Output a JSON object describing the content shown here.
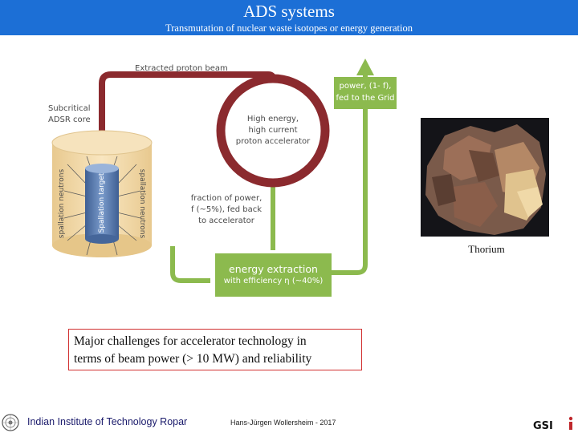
{
  "slide": {
    "title": "ADS systems",
    "subtitle": "Transmutation of nuclear waste isotopes or energy generation"
  },
  "diagram": {
    "extracted_beam": "Extracted proton beam",
    "subcritical_line1": "Subcritical",
    "subcritical_line2": "ADSR core",
    "accel_line1": "High energy,",
    "accel_line2": "high current",
    "accel_line3": "proton accelerator",
    "power_line1": "power, (1- f),",
    "power_line2": "fed to the Grid",
    "fraction_line1": "fraction of power,",
    "fraction_line2": "f (~5%), fed back",
    "fraction_line3": "to accelerator",
    "spallation_left": "spallation neutrons",
    "spallation_right": "spallation neutrons",
    "target_label": "Spallation target",
    "energy_line1": "energy extraction",
    "energy_line2": "with efficiency η (~40%)",
    "colors": {
      "beam": "#8b2a2e",
      "power": "#8cba4e",
      "box": "#8cba4e",
      "core": "#f2d9a8",
      "target": "#5d7fb0"
    }
  },
  "photo": {
    "caption": "Thorium"
  },
  "challenge": {
    "line1": "Major challenges for accelerator technology in",
    "line2": "terms of beam power (> 10 MW) and reliability"
  },
  "footer": {
    "institute": "Indian Institute of Technology Ropar",
    "author": "Hans-Jürgen Wollersheim - 2017",
    "logo_text": "GSI"
  }
}
